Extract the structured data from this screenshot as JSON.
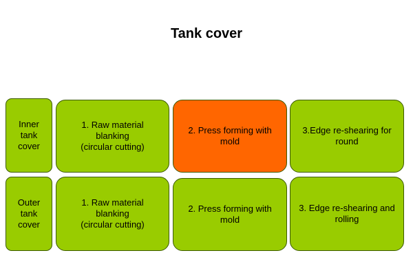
{
  "title": "Tank cover",
  "colors": {
    "step_green": "#99cc00",
    "step_highlight": "#ff6600",
    "border": "#3c5a00"
  },
  "rows": [
    {
      "label": "Inner\ntank\ncover",
      "steps": [
        "1. Raw material\nblanking\n(circular cutting)",
        "2. Press forming with\nmold",
        "3.Edge re-shearing for\nround"
      ],
      "highlighted_step": 2
    },
    {
      "label": "Outer\ntank\ncover",
      "steps": [
        "1. Raw material\nblanking\n(circular cutting)",
        "2. Press forming with\nmold",
        "3. Edge re-shearing and\nrolling"
      ],
      "highlighted_step": null
    }
  ]
}
